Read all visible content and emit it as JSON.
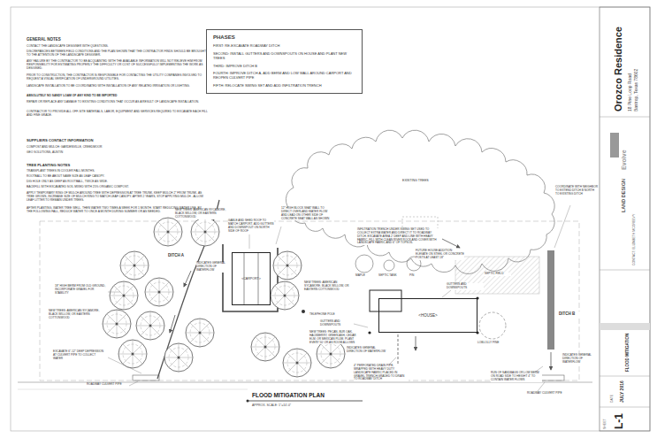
{
  "diagram": {
    "title": "FLOOD MITIGATION PLAN",
    "caption": "APPROX. SCALE: 1\"=10'-0\"",
    "nodes": [
      {
        "text": [
          "PHASES",
          "FIRST: RE-EXCAVATE ROADWAY DITCH",
          "SECOND: INSTALL GUTTERS AND DOWNSPOUTS ON HOUSE AND PLANT NEW TREES",
          "THIRD: IMPROVE DITCH B",
          "FOURTH: IMPROVE DITCH A, ADD BERM AND LOW WALL AROUND CARPORT AND REOPEN CULVERT PIPE",
          "FIFTH: RELOCATE SWING SET AND ADD INFILTRATION TRENCH"
        ]
      },
      {
        "text": [
          "<CARPORT>"
        ]
      },
      {
        "text": [
          "<HOUSE>"
        ]
      }
    ],
    "edges": [],
    "labels": [
      "GENERAL NOTES",
      "CONTACT THE LANDSCAPE DESIGNER WITH QUESTIONS.",
      "DISCREPANCIES BETWEEN FIELD CONDITIONS AND THE PLAN SHOWN THAT THE CONTRACTOR FINDS SHOULD BE BROUGHT TO THE ATTENTION OF THE LANDSCAPE DESIGNER.",
      "ANY FAILURE BY THE CONTRACTOR TO BE ACQUAINTED WITH THE AVAILABLE INFORMATION WILL NOT RELIEVE HIM FROM RESPONSIBILITY FOR ESTIMATING PROPERLY THE DIFFICULTY OR COST OF SUCCESSFULLY IMPLEMENTING THE WORK AS DESIGNED.",
      "PRIOR TO CONSTRUCTION, THE CONTRACTOR IS RESPONSIBLE FOR CONTACTING THE UTILITY COMPANIES INVOLVED TO REQUEST A VISUAL VERIFICATION OF UNDERGROUND UTILITIES.",
      "LANDSCAPE INSTALLATION TO BE COORDINATED WITH INSTALLATION OF ANY RELATED IRRIGATION OR LIGHTING.",
      "ABSOLUTELY NO SANDY LOAM OF ANY KIND TO BE IMPORTED",
      "REPAIR OR REPLACE ANY DAMAGE TO EXISTING CONDITIONS THAT OCCUR AS A RESULT OF LANDSCAPE INSTALLATION.",
      "CONTRACTOR TO PROVIDE ALL OFF-SITE MATERIALS, LABOR, EQUIPMENT AND SERVICES REQUIRED TO EXCAVATE EACH FILL AND FINE GRADE.",
      "SUPPLIERS CONTACT INFORMATION",
      "COMPOST AND MULCH: GARDENVILLE, CREEDMOOR",
      "GEO SOLUTIONS, AUSTIN",
      "TREE PLANTING NOTES",
      "TRANSPLANT TREES IN COOLER FALL MONTHS.",
      "ROOTBALL TO BE ABOUT SAME SIZE AS LEAF CANOPY.",
      "DIG HOLE ONLY AS DEEP AS ROOTBALL, TWICE AS WIDE.",
      "BACKFILL WITH EXCAVATED SOIL MIXED WITH 25% ORGANIC COMPOST.",
      "APPLY TEMPORARY RING OF MULCH AROUND TREE WITH DEPRESSION AT TREE TRUNK. KEEP MULCH 2\" FROM TRUNK. AS TREE GROWS, INCREASE SIZE OF MULCH RING TO MATCH LEAF CANOPY. AFTER 2 YEARS, STOP APPLYING MULCH - ALLOW LEAF LITTER TO REMAIN UNDER TREES.",
      "AFTER PLANTING, WATER TREE WELL. THEN WATER TWO TIMES A WEEK FOR 1 MONTH. START REDUCING WATER USE. BY THE FOLLOWING FALL, REDUCE WATER TO ONCE A MONTH DURING SUMMER OR AS NEEDED.",
      "NEW TREES: AMERICAN SYCAMORE, BLACK WILLOW, OR EASTERN COTTONWOOD",
      "GABLE AND SHED ROOF TO MATCH CARPORT. ADD GUTTERS AND DOWNSPOUT ON NORTH SIDE OF ROOF",
      "12\" HIGH BLOCK SEAT WALL TO DIRECT OVERLAND WATER FLOW AND LEAD ON OTHER SIDE OF CONCRETE SEAT WALL AS SHOWN",
      "EXISTING TREES",
      "INFILTRATION TRENCH UNDER SWING SET USED TO COLLECT EXTRA WATER AND DIRECT IT TO ROADWAY DITCH. EXCAVATE AREA 2' DEEP AND LINE WITH HEAVY FABRIC. FILL WITH CLEAN RIVER ROCK AND COVER WITH LANDSCAPE FABRIC AND 6\" OF TOPSOIL",
      "COORDINATE WITH NEIGHBOR TO EXTEND DITCH B NORTH TO EXISTING DITCH",
      "DITCH A",
      "INDICATES GENERAL DIRECTION OF WATERFLOW",
      "18\" HIGH BERM FROM OLD GROUND, INCORPORATE GRAVEL FOR STABILITY",
      "NEW TREES: AMERICAN SYCAMORE, BLACK WILLOW, OR EASTERN COTTONWOOD",
      "EXCAVATE 6\"-12\" DEEP DEPRESSION AT CULVERT PIPE TO COLLECT WATER",
      "ROADWAY CULVERT PIPE",
      "NEW TREES: AMERICAN SYCAMORE, BLACK WILLOW, OR EASTERN COTTONWOOD",
      "TELEPHONE POLE",
      "NEW TREES: PECAN, BUR OAK, HACKBERRY, GREEN ASH, CEDAR ELM, OR MEXICAN PLUM. PLANT EVERY 50' OR AS ROOM ALLOWS",
      "GUTTERS AND DOWNSPOUTS",
      "INDICATES GENERAL DIRECTION OF WATERFLOW",
      "4\" PERFORATED DRAIN PIPE, WRAPPED WITH HEAVY DUTY LANDSCAPE FABRIC PLACED IN GRAVEL TRENCH GRADED TO DRAIN TO ROADWAY DITCH",
      "FUTURE HOUSE ADDITION: ELEVATE ON STEEL OR CONCRETE POSTS AT LEAST 18\"",
      "MAPLE",
      "SEPTIC TANK",
      "PIN",
      "SEPTIC FIELD",
      "GUTTERS AND DOWNSPOUTS",
      "LOBLOLLY PINE",
      "DITCH B",
      "INDICATES GENERAL DIRECTION OF WATERFLOW",
      "RUN OF SANDBAGS OR LOW BERM ON ROAD SIDE TO HEIGHT 4\" TO CONTAIN WATER FLOWS",
      "ROADWAY CULVERT PIPE",
      "Orozco Residence",
      "18 Pine Loop Road",
      "Bastrop, Texas 78602",
      "Evolve",
      "LAND DESIGN",
      "CONTACT: ELIZABETH MCGREEVY",
      "FLOOD MITIGATION",
      "DATE",
      "JULY 2016",
      "SHEET",
      "L-1"
    ]
  }
}
